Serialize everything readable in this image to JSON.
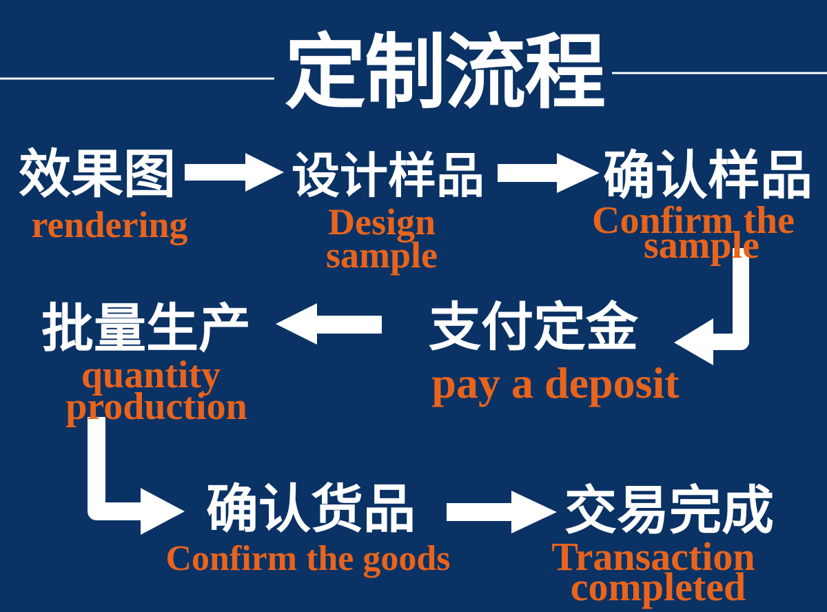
{
  "title": "定制流程",
  "colors": {
    "background": "#0a3264",
    "primary_text": "#ffffff",
    "accent_text": "#e8641c",
    "arrow": "#ffffff"
  },
  "steps": [
    {
      "zh": "效果图",
      "en": "rendering"
    },
    {
      "zh": "设计样品",
      "en_line1": "Design",
      "en_line2": "sample"
    },
    {
      "zh": "确认样品",
      "en_line1": "Confirm the",
      "en_line2": "sample"
    },
    {
      "zh": "支付定金",
      "en": "pay a deposit"
    },
    {
      "zh": "批量生产",
      "en_line1": "quantity",
      "en_line2": "production"
    },
    {
      "zh": "确认货品",
      "en": "Confirm the goods"
    },
    {
      "zh": "交易完成",
      "en_line1": "Transaction",
      "en_line2": "completed"
    }
  ]
}
